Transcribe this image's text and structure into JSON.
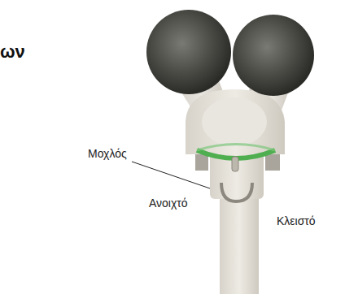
{
  "diagram": {
    "labels": [
      "ων",
      "Μοχλός",
      "Ανοιχτό",
      "Κλειστό"
    ]
  }
}
